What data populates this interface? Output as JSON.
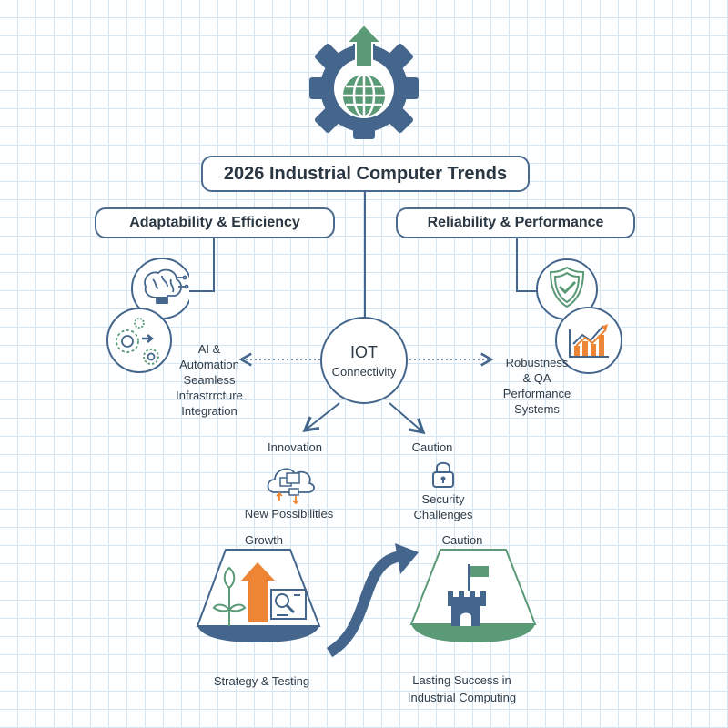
{
  "title": "2026 Industrial Computer Trends",
  "branches": {
    "left": {
      "label": "Adaptability & Efficiency",
      "description": [
        "AI &",
        "Automation",
        "Seamless",
        "Infrastrrcture",
        "Integration"
      ]
    },
    "right": {
      "label": "Reliability & Performance",
      "description": [
        "Robustness",
        "& QA",
        "Performance",
        "Systems"
      ]
    }
  },
  "center": {
    "title": "IOT",
    "subtitle": "Connectivity"
  },
  "lower_left": {
    "label": "Innovation",
    "caption": "New Possibilities"
  },
  "lower_right": {
    "label": "Caution",
    "caption": [
      "Security",
      "Challenges"
    ]
  },
  "bottom_left": {
    "label": "Growth",
    "caption": "Strategy & Testing"
  },
  "bottom_right": {
    "label": "Caution",
    "caption": [
      "Lasting Success in",
      "Industrial Computing"
    ]
  },
  "icons": {
    "logo": "gear-globe-up-arrow-icon",
    "left_top": "brain-circuit-icon",
    "left_bottom": "gears-arrow-icon",
    "right_top": "shield-check-icon",
    "right_bottom": "bar-chart-trend-icon",
    "innovation": "cloud-devices-icon",
    "security": "padlock-icon",
    "growth": "plant-arrow-magnifier-icon",
    "caution": "castle-flag-icon",
    "connector": "curved-arrow-icon"
  },
  "colors": {
    "navy": "#44668c",
    "green": "#5a9a76",
    "orange": "#ee8535",
    "text": "#2c3a47",
    "grid": "#d6e4ef"
  }
}
